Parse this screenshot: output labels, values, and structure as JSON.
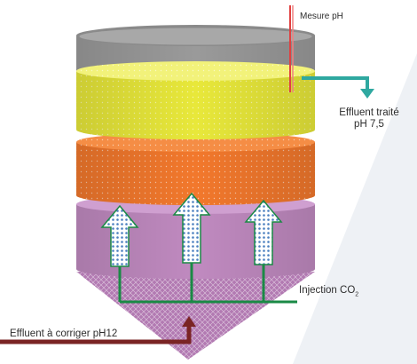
{
  "labels": {
    "mesure_ph": "Mesure pH",
    "effluent_traite_line1": "Effluent traité",
    "effluent_traite_line2": "pH 7,5",
    "injection_prefix": "Injection CO",
    "injection_subscript": "2",
    "effluent_corriger": "Effluent à corriger pH12"
  },
  "colors": {
    "tank_top": "#8f8f8f",
    "tank_empty": "#9a9a9a",
    "yellow_layer": "#e8e83a",
    "orange_layer": "#f2782c",
    "purple_layer": "#c08ac0",
    "cone": "#b27ab2",
    "co2_pipe": "#1a8a45",
    "effluent_out_pipe": "#2fa8a0",
    "effluent_in_pipe": "#7a2424",
    "ph_probe": "#e04040",
    "bubble_arrow": "#ffffff"
  },
  "icons": {
    "bubble_arrow": "up-arrow-icon"
  }
}
